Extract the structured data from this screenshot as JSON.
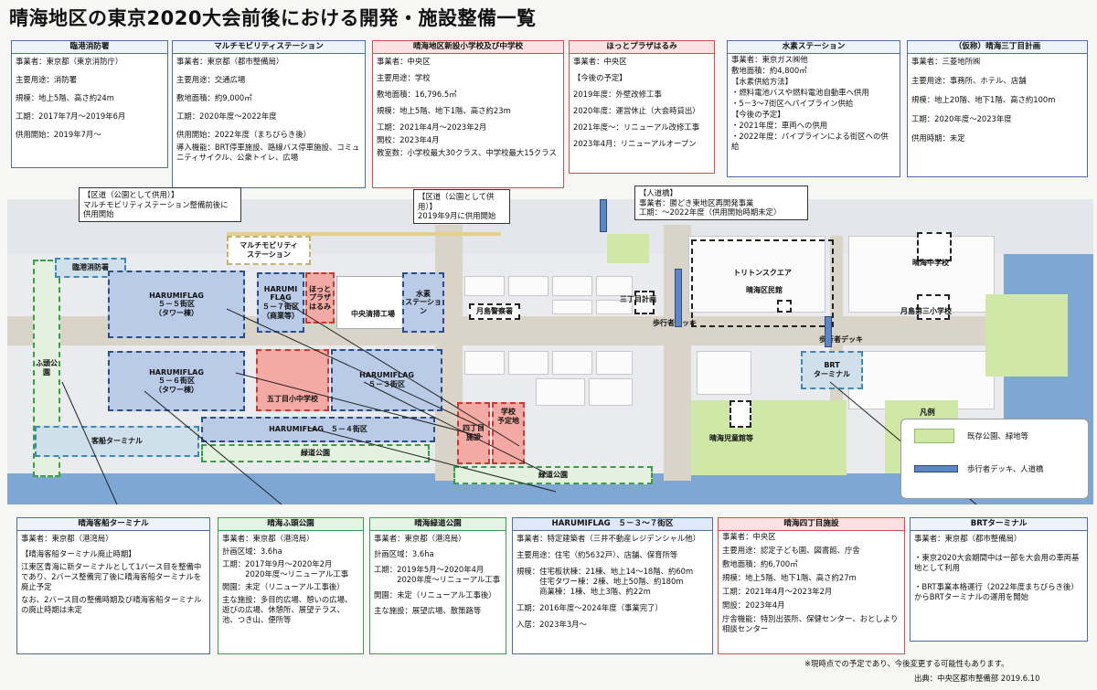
{
  "title": "晴海地区の東京2020大会前後における開発・施設整備一覧",
  "top_boxes": [
    {
      "name": "臨港消防署",
      "lines": [
        "事業者：東京都（東京消防庁）",
        "主要用途：消防署",
        "規模：地上5階、高さ約24m",
        "工期：2017年7月～2019年6月",
        "供用開始：2019年7月～"
      ]
    },
    {
      "name": "マルチモビリティステーション",
      "lines": [
        "事業者：東京都（都市整備局）",
        "主要用途：交通広場",
        "敷地面積：約9,000㎡",
        "工期：2020年度～2022年度",
        "供用開始：2022年度（まちびらき後）",
        "導入機能：BRT停車施設、路線バス停車施設、コミュニティサイクル、公衆トイレ、広場"
      ]
    },
    {
      "name": "晴海地区新設小学校及び中学校",
      "lines": [
        "事業者：中央区",
        "主要用途：学校",
        "敷地面積：16,796.5㎡",
        "規模：地上5階、地下1階、高さ約23m",
        "工期：2021年4月～2023年2月",
        "開校：2023年4月",
        "教室数：小学校最大30クラス、中学校最大15クラス"
      ]
    },
    {
      "name": "ほっとプラザはるみ",
      "lines": [
        "事業者：中央区",
        "【今後の予定】",
        "2019年度：外壁改修工事",
        "2020年度：運営休止（大会時貸出）",
        "2021年度～：リニューアル改修工事",
        "2023年4月：リニューアルオープン"
      ]
    },
    {
      "name": "水素ステーション",
      "lines": [
        "事業者：東京ガス㈱他",
        "敷地面積：約4,800㎡",
        "【水素供給方法】",
        "・燃料電池バスや燃料電池自動車へ供用",
        "・5－3～7街区へパイプライン供給",
        "【今後の予定】",
        "・2021年度：車両への供用",
        "・2022年度：パイプラインによる街区への供給"
      ]
    },
    {
      "name": "（仮称）晴海三丁目計画",
      "lines": [
        "事業者：三菱地所㈱",
        "主要用途：事務所、ホテル、店舗",
        "規模：地上20階、地下1階、高さ約100m",
        "工期：2020年度～2023年度",
        "供用時期：未定"
      ]
    }
  ],
  "notes": {
    "n1": "【区道（公園として供用）】\nマルチモビリティステーション整備前後に\n供用開始",
    "n2": "【区道（公園として供用）】\n2019年9月に供用開始",
    "n3": "【人道橋】\n事業者：勝どき東地区再開発事業\n工期：～2022年度（供用開始時期未定）"
  },
  "map": {
    "labels": {
      "mm": "マルチモビリティ\nステーション",
      "fire": "臨港消防署",
      "hf55": "HARUMIFLAG\n５－５街区\n（タワー棟）",
      "hf57": "HARUMI\nFLAG\n５－７街区\n（商業等）",
      "hotto": "ほっと\nプラザ\nはるみ",
      "suiso": "水素\nステーション",
      "seiso": "中央清掃工場",
      "tsukishima": "月島警察署",
      "sanchome": "三丁目計画",
      "triton": "トリトンスクエア",
      "harumiku": "晴海区民館",
      "harumi_jhs": "晴海中学校",
      "tsukishima3": "月島第三小学校",
      "hodokyo": "歩行者デッキ",
      "hodo2": "歩行者デッキ",
      "futo": "ふ頭公園",
      "hf56": "HARUMIFLAG\n５－６街区\n（タワー棟）",
      "school5": "五丁目小中学校",
      "hf53": "HARUMIFLAG\n５－３街区",
      "hf54": "HARUMIFLAG　５－４街区",
      "ryokudo": "緑道公園",
      "ryokudo2": "緑道公園",
      "kyakusen": "客船ターミナル",
      "yon": "四丁目\n施設",
      "gakko": "学校\n予定地",
      "brt": "BRT\nターミナル",
      "jidokan": "晴海児童館等"
    },
    "legend_title": "凡例",
    "legend_items": [
      "既存公園、緑地等",
      "歩行者デッキ、人道橋"
    ]
  },
  "bottom_boxes": [
    {
      "name": "晴海客船ターミナル",
      "lines": [
        "事業者：東京都（港湾局）",
        "【晴海客船ターミナル廃止時期】",
        "江東区青海に新ターミナルとして1バース目を整備中であり、2バース整備完了後に晴海客船ターミナルを廃止予定",
        "なお、2バース目の整備時期及び晴海客船ターミナルの廃止時期は未定"
      ]
    },
    {
      "name": "晴海ふ頭公園",
      "lines": [
        "事業者：東京都（港湾局）",
        "計画区域：3.6ha",
        "工期：2017年9月～2020年2月\n　　　2020年度～リニューアル工事",
        "開園：未定（リニューアル工事後）",
        "主な施設：多目的広場、憩いの広場、遊びの広場、休憩所、展望テラス、池、つき山、便所等"
      ]
    },
    {
      "name": "晴海緑道公園",
      "lines": [
        "事業者：東京都（港湾局）",
        "計画区域：3.6ha",
        "工期：2019年5月～2020年4月\n　　　2020年度～リニューアル工事",
        "開園：未定（リニューアル工事後）",
        "主な施設：展望広場、散策路等"
      ]
    },
    {
      "name": "HARUMIFLAG　５－３～７街区",
      "lines": [
        "事業者：特定建築者（三井不動産レジデンシャル他）",
        "主要用途：住宅（約5632戸）、店舗、保育所等",
        "規模：住宅板状棟：21棟、地上14～18階、約60m\n　　　住宅タワー棟：2棟、地上50階、約180m\n　　　商業棟：1棟、地上3階、約22m",
        "工期：2016年度～2024年度（事業完了）",
        "入居：2023年3月～"
      ]
    },
    {
      "name": "晴海四丁目施設",
      "lines": [
        "事業者：中央区",
        "主要用途：認定子ども園、図書館、庁舎",
        "敷地面積：約6,700㎡",
        "規模：地上5階、地下1階、高さ約27m",
        "工期：2021年4月～2023年2月",
        "開設：2023年4月",
        "庁舎機能：特別出張所、保健センター、おとしより相談センター"
      ]
    },
    {
      "name": "BRTターミナル",
      "lines": [
        "事業者：東京都（都市整備局）",
        "・東京2020大会期間中は一部を大会用の車両基地として利用",
        "・BRT事業本格運行（2022年度まちびらき後）からBRTターミナルの運用を開始"
      ]
    }
  ],
  "footer_note": "※現時点での予定であり、今後変更する可能性もあります。",
  "footer_source": "出典：中央区都市整備部 2019.6.10"
}
